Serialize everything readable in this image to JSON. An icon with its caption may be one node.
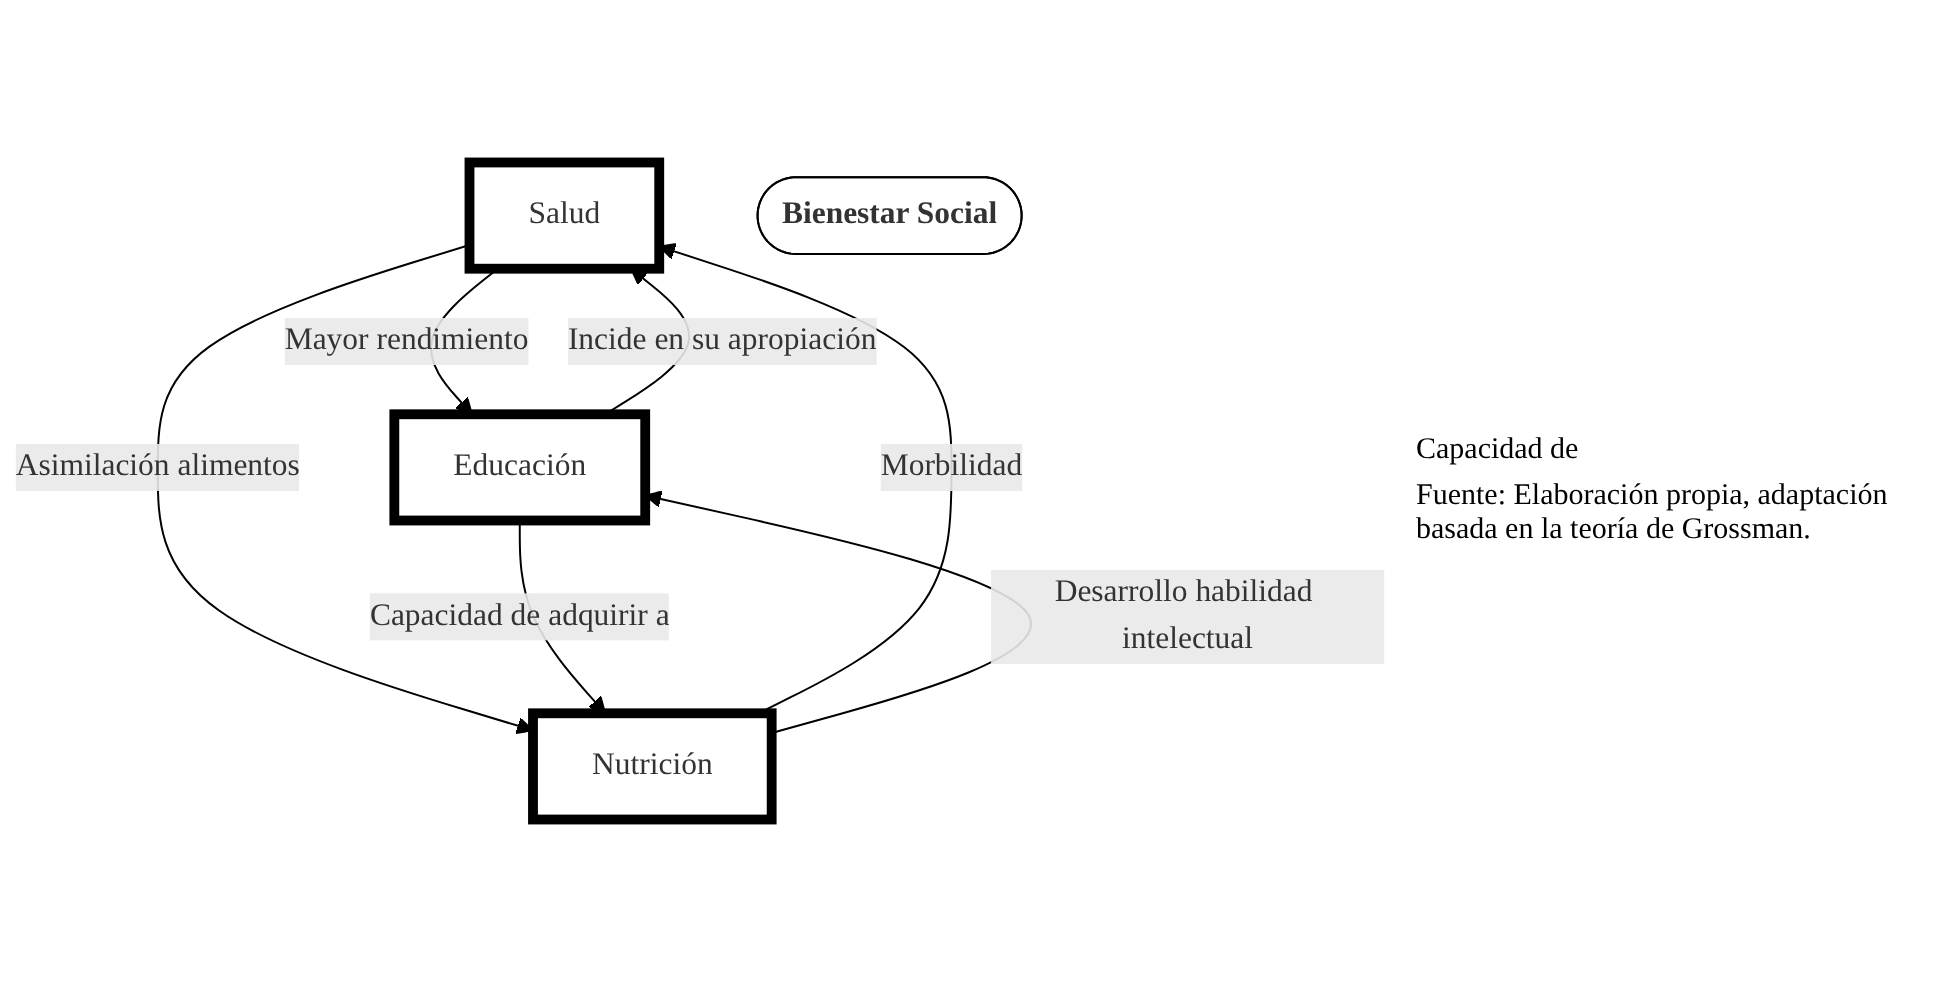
{
  "diagram": {
    "caption": "Fuente: Elaboración propia, adaptación basada en la teoría de Grossman.",
    "nodes": [
      {
        "text": [
          "Salud"
        ]
      },
      {
        "text": [
          "Bienestar Social"
        ]
      },
      {
        "text": [
          "Nutrición"
        ]
      },
      {
        "text": [
          "Educación"
        ]
      }
    ],
    "edges": [
      {
        "from": 2,
        "to": 0,
        "arrow": "to",
        "label": "Morbilidad"
      },
      {
        "from": 0,
        "to": 3,
        "arrow": "to",
        "label": "Mayor rendimiento"
      },
      {
        "from": 0,
        "to": 2,
        "arrow": "to",
        "label": "Asimilación alimentos"
      },
      {
        "from": 3,
        "to": 0,
        "arrow": "to",
        "label": "Incide en su apropiación"
      },
      {
        "from": 2,
        "to": 3,
        "arrow": "to",
        "label": "Desarrollo habilidad intelectual"
      },
      {
        "from": 3,
        "to": 2,
        "arrow": "to",
        "label": "Capacidad de adquirir a"
      }
    ],
    "labels": [
      "Capacidad de"
    ]
  }
}
